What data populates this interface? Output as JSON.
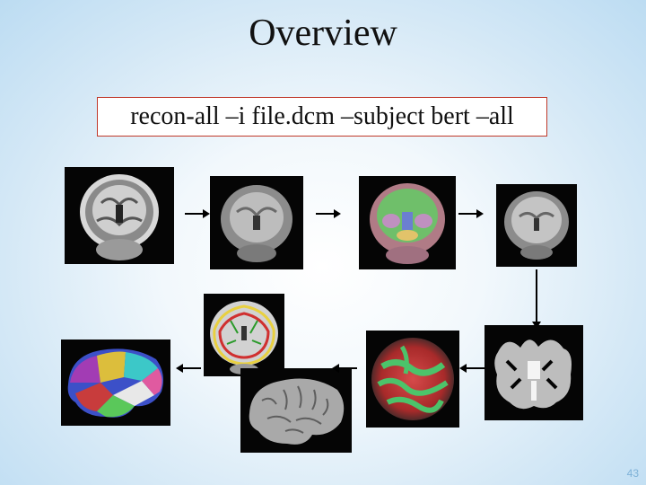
{
  "slide": {
    "title": "Overview",
    "command": "recon-all –i file.dcm –subject bert –all",
    "page_number": "43",
    "accent_color": "#c0392b"
  },
  "pipeline_images": [
    "raw-mri-image",
    "normalized-mri-image",
    "segmentation-overlay-image",
    "skull-stripped-image",
    "white-matter-mask-image",
    "inflated-surface-curvature-image",
    "pial-surface-image",
    "surface-overlay-coronal-image",
    "cortical-parcellation-image"
  ]
}
